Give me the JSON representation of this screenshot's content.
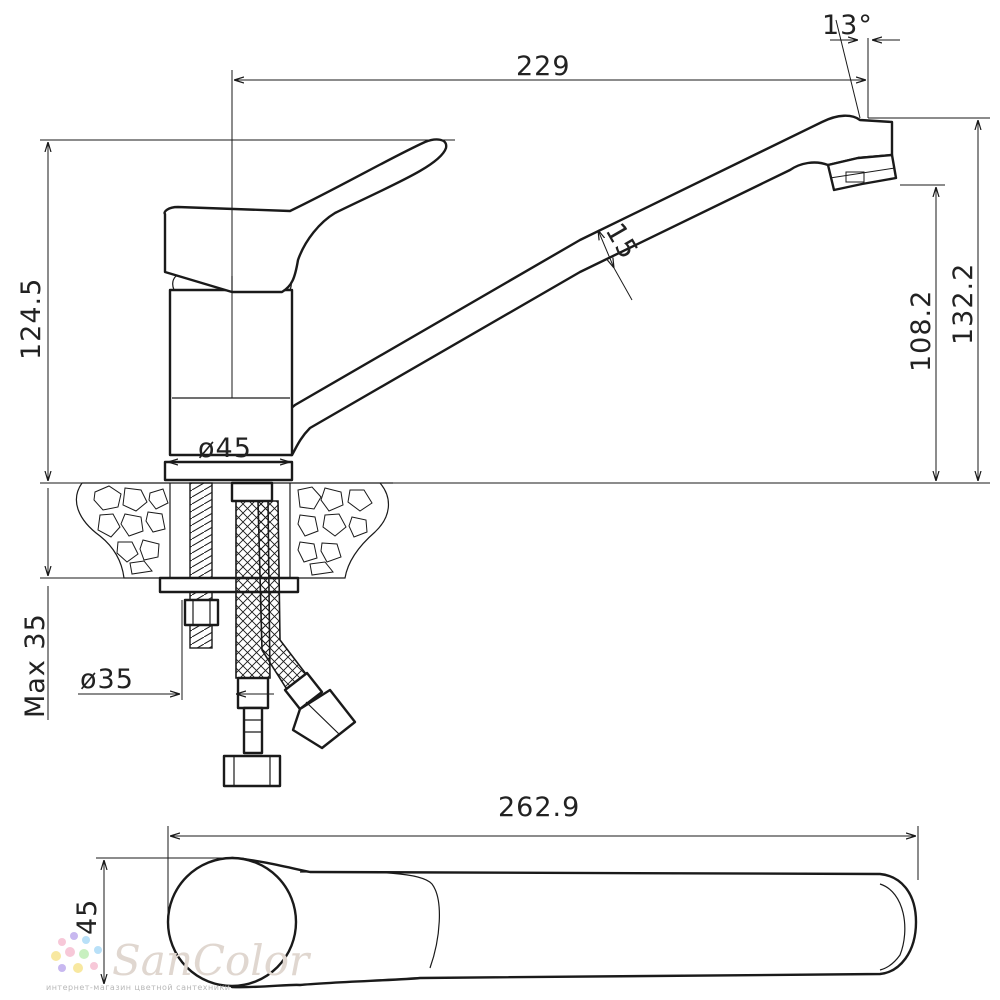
{
  "dimensions": {
    "spout_reach": "229",
    "spout_angle": "13°",
    "total_height": "124.5",
    "outlet_height_outer": "132.2",
    "outlet_height_inner": "108.2",
    "spout_diameter": "15",
    "body_diameter": "ø45",
    "max_counter_thickness": "Max 35",
    "mount_hole_diameter": "ø35",
    "top_view_length": "262.9",
    "top_view_width": "45"
  },
  "watermark": {
    "brand": "SanColor",
    "tagline": "интернет-магазин цветной сантехники"
  },
  "colors": {
    "line": "#1a1a1a",
    "watermark_text": "#e0d7d0",
    "watermark_dots": [
      "#f7c8d8",
      "#c8b8f0",
      "#b8e0f8",
      "#f8e8a0",
      "#c8f0c0"
    ]
  }
}
